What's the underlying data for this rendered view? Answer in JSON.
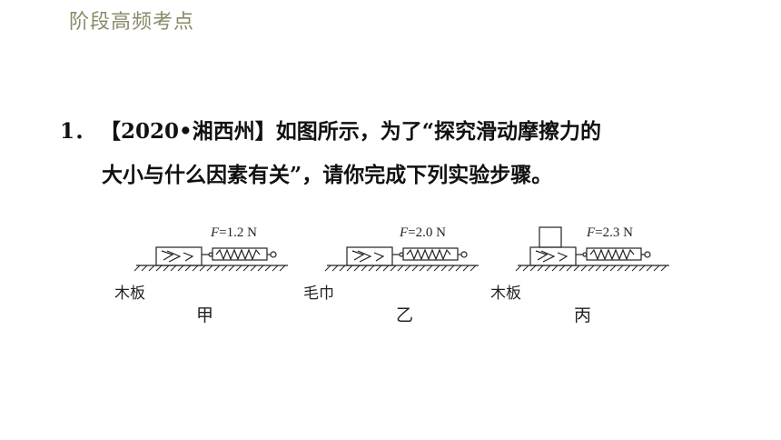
{
  "header": {
    "title": "阶段高频考点"
  },
  "question": {
    "number": "1．",
    "line1": "【2020•湘西州】如图所示，为了“探究滑动摩擦力的",
    "line2": "大小与什么因素有关”，请你完成下列实验步骤。"
  },
  "figures": [
    {
      "force_italic": "F",
      "force_value": "=1.2 N",
      "surface": "木板",
      "caption": "甲",
      "has_weight": false
    },
    {
      "force_italic": "F",
      "force_value": "=2.0 N",
      "surface": "毛巾",
      "caption": "乙",
      "has_weight": false
    },
    {
      "force_italic": "F",
      "force_value": "=2.3 N",
      "surface": "木板",
      "caption": "丙",
      "has_weight": true
    }
  ]
}
